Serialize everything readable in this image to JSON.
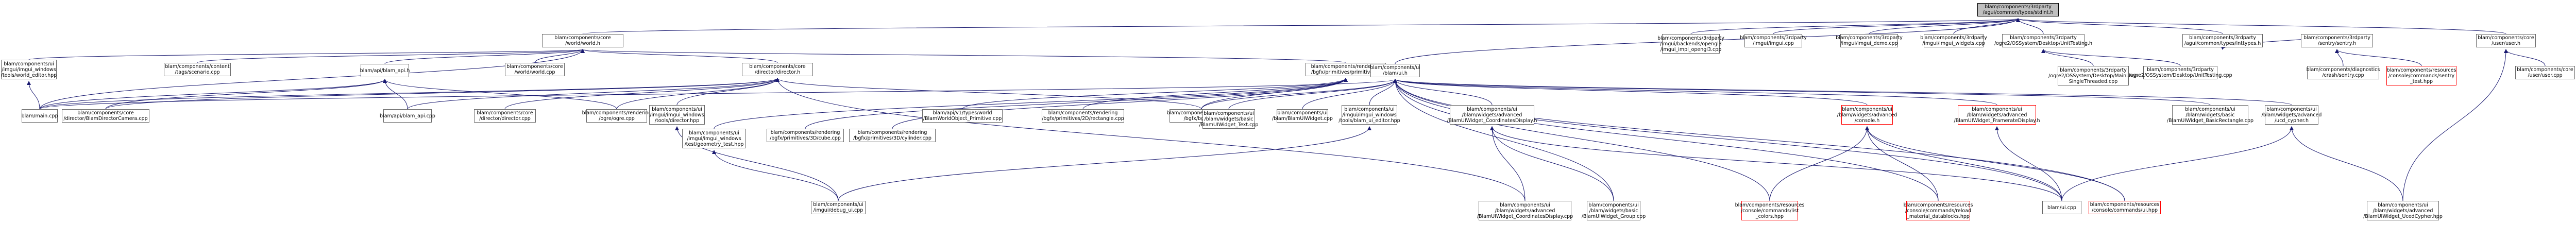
{
  "graph": {
    "root": "n0",
    "nodes": [
      {
        "id": "n0",
        "lines": [
          "blam/components/3rdparty",
          "/agui/common/types/stdint.h"
        ],
        "root": true
      },
      {
        "id": "n1",
        "lines": [
          "blam/components/core",
          "/world/world.h"
        ]
      },
      {
        "id": "n2",
        "lines": [
          "blam/components/ui",
          "/imgui/imgui_windows",
          "/tools/world_editor.hpp"
        ]
      },
      {
        "id": "n3",
        "lines": [
          "blam/components/content",
          "/tags/scenario.cpp"
        ]
      },
      {
        "id": "n4",
        "lines": [
          "blam/api/blam_api.h"
        ]
      },
      {
        "id": "n5",
        "lines": [
          "blam/components/core",
          "/world/world.cpp"
        ]
      },
      {
        "id": "n6",
        "lines": [
          "blam/components/core",
          "/director/director.h"
        ]
      },
      {
        "id": "n7",
        "lines": [
          "blam/components/rendering",
          "/bgfx/primitives/primitives.h"
        ]
      },
      {
        "id": "n8",
        "lines": [
          "blam/main.cpp"
        ]
      },
      {
        "id": "n9",
        "lines": [
          "blam/components/core",
          "/director/BlamDirectorCamera.cpp"
        ]
      },
      {
        "id": "n10",
        "lines": [
          "blam/api/blam_api.cpp"
        ]
      },
      {
        "id": "n11",
        "lines": [
          "blam/components/core",
          "/director/director.cpp"
        ]
      },
      {
        "id": "n12",
        "lines": [
          "blam/components/rendering",
          "/ogre/ogre.cpp"
        ]
      },
      {
        "id": "n13",
        "lines": [
          "blam/components/ui",
          "/imgui/imgui_windows",
          "/tools/director.hpp"
        ]
      },
      {
        "id": "n14",
        "lines": [
          "blam/components/ui",
          "/imgui/imgui_windows",
          "/test/geometry_test.hpp"
        ]
      },
      {
        "id": "n15",
        "lines": [
          "blam/components/rendering",
          "/bgfx/primitives/3D/cube.cpp"
        ]
      },
      {
        "id": "n16",
        "lines": [
          "blam/components/rendering",
          "/bgfx/primitives/3D/cylinder.cpp"
        ]
      },
      {
        "id": "n17",
        "lines": [
          "blam/api/v1/types/world",
          "/BlamWorldObject_Primitive.cpp"
        ]
      },
      {
        "id": "n18",
        "lines": [
          "blam/components/rendering",
          "/bgfx/primitives/2D/rectangle.cpp"
        ]
      },
      {
        "id": "n19",
        "lines": [
          "blam/components/rendering",
          "/bgfx/bgfx.cpp"
        ]
      },
      {
        "id": "n20",
        "lines": [
          "blam/components/ui",
          "/imgui/debug_ui.cpp"
        ]
      },
      {
        "id": "n21",
        "lines": [
          "blam/components/ui",
          "/blam/ui.h"
        ]
      },
      {
        "id": "n22",
        "lines": [
          "blam/components/ui",
          "/blam/widgets/basic",
          "/BlamUIWidget_Text.cpp"
        ]
      },
      {
        "id": "n23",
        "lines": [
          "blam/components/ui",
          "/blam/BlamUIWidget.cpp"
        ]
      },
      {
        "id": "n24",
        "lines": [
          "blam/components/ui",
          "/imgui/imgui_windows",
          "/tools/blam_ui_editor.hpp"
        ]
      },
      {
        "id": "n25",
        "lines": [
          "blam/components/ui",
          "/blam/widgets/advanced",
          "/BlamUIWidget_CoordinatesDisplay.h"
        ]
      },
      {
        "id": "n26",
        "lines": [
          "blam/components/ui",
          "/blam/widgets/advanced",
          "/BlamUIWidget_CoordinatesDisplay.cpp"
        ]
      },
      {
        "id": "n27",
        "lines": [
          "blam/components/ui",
          "/blam/widgets/basic",
          "/BlamUIWidget_Group.cpp"
        ]
      },
      {
        "id": "n28",
        "lines": [
          "blam/components/resources",
          "/console/commands/list",
          "_colors.hpp"
        ],
        "missing": true
      },
      {
        "id": "n29",
        "lines": [
          "blam/components/ui",
          "/blam/widgets/advanced",
          "/console.h"
        ],
        "missing": true
      },
      {
        "id": "n30",
        "lines": [
          "blam/components/resources",
          "/console/commands/reload",
          "_material_datablocks.hpp"
        ],
        "missing": true
      },
      {
        "id": "n31",
        "lines": [
          "blam/components/ui",
          "/blam/widgets/advanced",
          "/BlamUIWidget_FramerateDisplay.h"
        ],
        "missing": true
      },
      {
        "id": "n32",
        "lines": [
          "blam/ui.cpp"
        ]
      },
      {
        "id": "n33",
        "lines": [
          "blam/components/resources",
          "/console/commands/ui.hpp"
        ],
        "missing": true
      },
      {
        "id": "n34",
        "lines": [
          "blam/components/ui",
          "/blam/widgets/basic",
          "/BlamUIWidget_BasicRectangle.cpp"
        ]
      },
      {
        "id": "n35",
        "lines": [
          "blam/components/ui",
          "/blam/widgets/advanced",
          "/ucd_cypher.h"
        ]
      },
      {
        "id": "n36",
        "lines": [
          "blam/components/ui",
          "/blam/widgets/advanced",
          "/BlamUIWidget_UcedCypher.hpp"
        ]
      },
      {
        "id": "n37",
        "lines": [
          "blam/components/3rdparty",
          "/imgui/backends/opengl3",
          "/imgui_impl_opengl3.cpp"
        ]
      },
      {
        "id": "n38",
        "lines": [
          "blam/components/3rdparty",
          "/imgui/imgui.cpp"
        ]
      },
      {
        "id": "n39",
        "lines": [
          "blam/components/3rdparty",
          "/imgui/imgui_demo.cpp"
        ]
      },
      {
        "id": "n40",
        "lines": [
          "blam/components/3rdparty",
          "/imgui/imgui_widgets.cpp"
        ]
      },
      {
        "id": "n41",
        "lines": [
          "blam/components/3rdparty",
          "/ogre2/OSSystem/Desktop/UnitTesting.h"
        ]
      },
      {
        "id": "n42",
        "lines": [
          "blam/components/3rdparty",
          "/ogre2/OSSystem/Desktop/MainLoop",
          "SingleThreaded.cpp"
        ]
      },
      {
        "id": "n43",
        "lines": [
          "blam/components/3rdparty",
          "/ogre2/OSSystem/Desktop/UnitTesting.cpp"
        ]
      },
      {
        "id": "n44",
        "lines": [
          "blam/components/3rdparty",
          "/agui/common/types/inttypes.h"
        ]
      },
      {
        "id": "n45",
        "lines": [
          "blam/components/3rdparty",
          "/sentry/sentry.h"
        ]
      },
      {
        "id": "n46",
        "lines": [
          "blam/components/diagnostics",
          "/crash/sentry.cpp"
        ]
      },
      {
        "id": "n47",
        "lines": [
          "blam/components/resources",
          "/console/commands/sentry",
          "_test.hpp"
        ],
        "missing": true
      },
      {
        "id": "n48",
        "lines": [
          "blam/components/core",
          "/user/user.h"
        ]
      },
      {
        "id": "n49",
        "lines": [
          "blam/components/core",
          "/user/user.cpp"
        ]
      }
    ],
    "edges": [
      [
        "n0",
        "n1"
      ],
      [
        "n0",
        "n21"
      ],
      [
        "n0",
        "n37"
      ],
      [
        "n0",
        "n38"
      ],
      [
        "n0",
        "n39"
      ],
      [
        "n0",
        "n40"
      ],
      [
        "n0",
        "n41"
      ],
      [
        "n0",
        "n44"
      ],
      [
        "n0",
        "n48"
      ],
      [
        "n1",
        "n2"
      ],
      [
        "n1",
        "n3"
      ],
      [
        "n1",
        "n4"
      ],
      [
        "n1",
        "n5"
      ],
      [
        "n1",
        "n6"
      ],
      [
        "n1",
        "n7"
      ],
      [
        "n1",
        "n8"
      ],
      [
        "n2",
        "n8"
      ],
      [
        "n4",
        "n8"
      ],
      [
        "n4",
        "n9"
      ],
      [
        "n4",
        "n10"
      ],
      [
        "n4",
        "n12"
      ],
      [
        "n6",
        "n8"
      ],
      [
        "n6",
        "n9"
      ],
      [
        "n6",
        "n10"
      ],
      [
        "n6",
        "n11"
      ],
      [
        "n6",
        "n12"
      ],
      [
        "n6",
        "n13"
      ],
      [
        "n6",
        "n19"
      ],
      [
        "n6",
        "n26"
      ],
      [
        "n7",
        "n14"
      ],
      [
        "n7",
        "n15"
      ],
      [
        "n7",
        "n16"
      ],
      [
        "n7",
        "n17"
      ],
      [
        "n7",
        "n18"
      ],
      [
        "n7",
        "n19"
      ],
      [
        "n13",
        "n20"
      ],
      [
        "n14",
        "n20"
      ],
      [
        "n21",
        "n8"
      ],
      [
        "n21",
        "n19"
      ],
      [
        "n21",
        "n22"
      ],
      [
        "n21",
        "n23"
      ],
      [
        "n21",
        "n24"
      ],
      [
        "n21",
        "n25"
      ],
      [
        "n21",
        "n27"
      ],
      [
        "n21",
        "n28"
      ],
      [
        "n21",
        "n29"
      ],
      [
        "n21",
        "n30"
      ],
      [
        "n21",
        "n31"
      ],
      [
        "n21",
        "n32"
      ],
      [
        "n21",
        "n33"
      ],
      [
        "n21",
        "n34"
      ],
      [
        "n21",
        "n35"
      ],
      [
        "n24",
        "n20"
      ],
      [
        "n25",
        "n26"
      ],
      [
        "n25",
        "n27"
      ],
      [
        "n25",
        "n32"
      ],
      [
        "n29",
        "n28"
      ],
      [
        "n29",
        "n30"
      ],
      [
        "n29",
        "n32"
      ],
      [
        "n29",
        "n33"
      ],
      [
        "n31",
        "n32"
      ],
      [
        "n35",
        "n32"
      ],
      [
        "n35",
        "n36"
      ],
      [
        "n41",
        "n42"
      ],
      [
        "n41",
        "n43"
      ],
      [
        "n44",
        "n45"
      ],
      [
        "n45",
        "n46"
      ],
      [
        "n45",
        "n47"
      ],
      [
        "n48",
        "n49"
      ],
      [
        "n48",
        "n36"
      ]
    ]
  }
}
